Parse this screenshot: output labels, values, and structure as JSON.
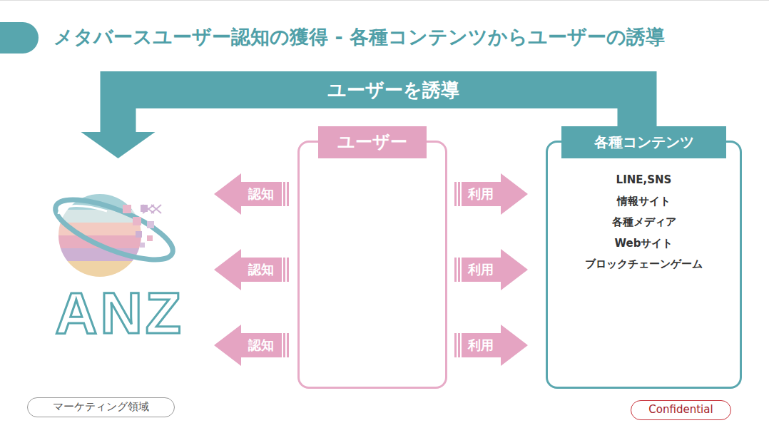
{
  "diagram": {
    "title": "メタバースユーザー認知の獲得 - 各種コンテンツからユーザーの誘導",
    "nodes": [
      {
        "text": [
          "ANZ"
        ]
      },
      {
        "text": [
          "ユーザー"
        ]
      },
      {
        "text": [
          "各種コンテンツ",
          "LINE,SNS",
          "情報サイト",
          "各種メディア",
          "Webサイト",
          "ブロックチェーンゲーム"
        ]
      }
    ],
    "edges": [
      {
        "from": 1,
        "to": 0,
        "label": "認知",
        "arrow": "to"
      },
      {
        "from": 1,
        "to": 0,
        "label": "認知",
        "arrow": "to"
      },
      {
        "from": 1,
        "to": 0,
        "label": "認知",
        "arrow": "to"
      },
      {
        "from": 1,
        "to": 2,
        "label": "利用",
        "arrow": "to"
      },
      {
        "from": 1,
        "to": 2,
        "label": "利用",
        "arrow": "to"
      },
      {
        "from": 1,
        "to": 2,
        "label": "利用",
        "arrow": "to"
      },
      {
        "from": 2,
        "to": 0,
        "label": "ユーザーを誘導",
        "arrow": "to"
      }
    ],
    "labels": [
      "マーケティング領域",
      "Confidential"
    ]
  }
}
